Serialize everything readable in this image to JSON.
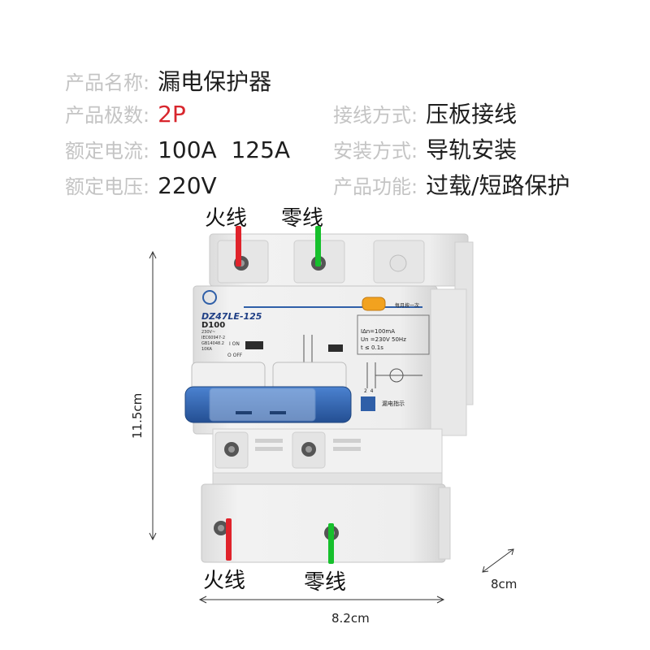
{
  "specs": {
    "name_label": "产品名称:",
    "name_value": "漏电保护器",
    "poles_label": "产品极数:",
    "poles_value": "2P",
    "current_label": "额定电流:",
    "current_value": "100A  125A",
    "voltage_label": "额定电压:",
    "voltage_value": "220V",
    "wiring_label": "接线方式:",
    "wiring_value": "压板接线",
    "install_label": "安装方式:",
    "install_value": "导轨安装",
    "function_label": "产品功能:",
    "function_value": "过载/短路保护"
  },
  "wire_labels": {
    "top_live": "火线",
    "top_neutral": "零线",
    "bottom_live": "火线",
    "bottom_neutral": "零线"
  },
  "device": {
    "model": "DZ47LE-125",
    "curve": "D100",
    "rating_line1": "230V~",
    "std1": "IEC60947-2",
    "std2": "GB14048.2",
    "breaking": "10KA",
    "on_label": "I ON",
    "off_label": "O OFF",
    "trip_label": "I∆n=100mA",
    "un_label": "Un =230V 50Hz",
    "t_label": "t ≤ 0.1s",
    "test_hint": "每月按一次",
    "leak_label": "漏电指示",
    "terminals": "2  4"
  },
  "dimensions": {
    "height": "11.5cm",
    "width": "8.2cm",
    "depth": "8cm"
  },
  "colors": {
    "live": "#e0232b",
    "neutral": "#16c02c",
    "handle": "#2f66b7",
    "body": "#ececec"
  }
}
